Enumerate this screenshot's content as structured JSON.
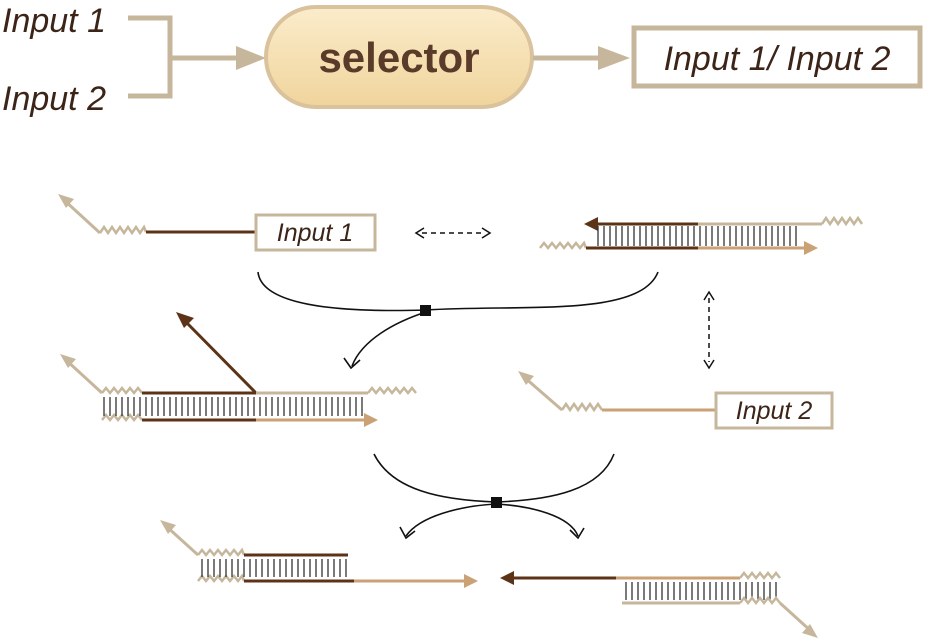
{
  "colors": {
    "beige": "#c6b79c",
    "dark_brown": "#5c3317",
    "tan": "#caa275",
    "selector_fill": "#f6dfb0",
    "text": "#3d2418",
    "black": "#111111"
  },
  "flow": {
    "input1_label": "Input 1",
    "input2_label": "Input 2",
    "selector_label": "selector",
    "output_label": "Input 1/ Input 2"
  },
  "mechanism": {
    "input1_box": "Input 1",
    "input2_box": "Input 2"
  }
}
